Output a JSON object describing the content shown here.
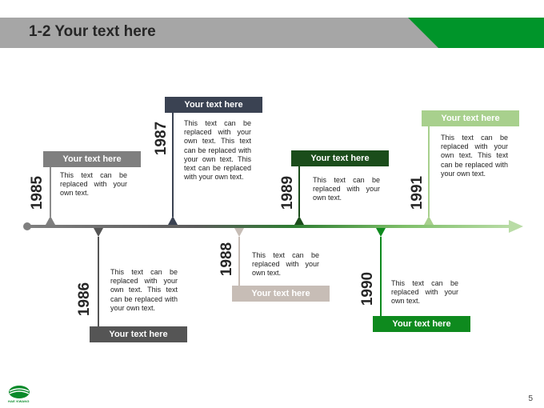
{
  "title": "1-2 Your text here",
  "page_number": "5",
  "logo_text": "HAE KWANG",
  "colors": {
    "header_gray": "#a6a6a6",
    "header_green": "#00952a",
    "timeline_gray": "#7f7f7f",
    "timeline_light_green": "#a8d08d"
  },
  "events": [
    {
      "year": "1985",
      "label": "Your text here",
      "body": "This text can be replaced with your own text."
    },
    {
      "year": "1986",
      "label": "Your text here",
      "body": "This text can be replaced with your own text. This text can be replaced with your own text."
    },
    {
      "year": "1987",
      "label": "Your text here",
      "body": "This text can be replaced with your own text. This text can be replaced with your own text. This text can be replaced with your own text."
    },
    {
      "year": "1988",
      "label": "Your text here",
      "body": "This text can be replaced with your own text."
    },
    {
      "year": "1989",
      "label": "Your text here",
      "body": "This text can be replaced with your own text."
    },
    {
      "year": "1990",
      "label": "Your text here",
      "body": "This text can be replaced with your own text."
    },
    {
      "year": "1991",
      "label": "Your text here",
      "body": "This text can be replaced with your own text. This text can be replaced with your own text."
    }
  ]
}
